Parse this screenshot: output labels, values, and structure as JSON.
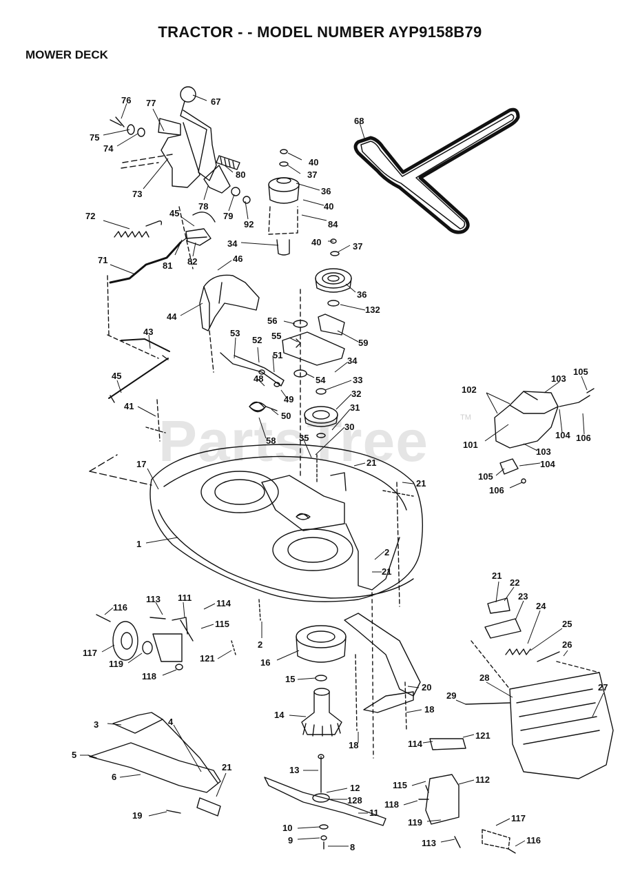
{
  "header": {
    "title": "TRACTOR - - MODEL NUMBER AYP9158B79",
    "section": "MOWER DECK"
  },
  "watermark": {
    "text": "PartsTree",
    "tm": "TM"
  },
  "callouts": [
    "76",
    "77",
    "67",
    "75",
    "74",
    "73",
    "80",
    "78",
    "79",
    "92",
    "68",
    "40",
    "37",
    "36",
    "40",
    "84",
    "72",
    "45",
    "81",
    "82",
    "34",
    "40",
    "37",
    "71",
    "46",
    "36",
    "132",
    "44",
    "56",
    "55",
    "59",
    "43",
    "53",
    "52",
    "51",
    "34",
    "54",
    "33",
    "45",
    "48",
    "49",
    "32",
    "41",
    "50",
    "31",
    "58",
    "35",
    "30",
    "21",
    "17",
    "21",
    "1",
    "2",
    "21",
    "113",
    "111",
    "114",
    "116",
    "115",
    "2",
    "121",
    "117",
    "119",
    "118",
    "16",
    "15",
    "20",
    "14",
    "18",
    "18",
    "3",
    "4",
    "5",
    "6",
    "21",
    "19",
    "13",
    "12",
    "128",
    "11",
    "10",
    "9",
    "8",
    "114",
    "121",
    "115",
    "112",
    "118",
    "119",
    "117",
    "113",
    "116",
    "21",
    "22",
    "23",
    "24",
    "25",
    "26",
    "28",
    "27",
    "29",
    "102",
    "103",
    "105",
    "101",
    "104",
    "106",
    "103",
    "105",
    "104",
    "106"
  ]
}
